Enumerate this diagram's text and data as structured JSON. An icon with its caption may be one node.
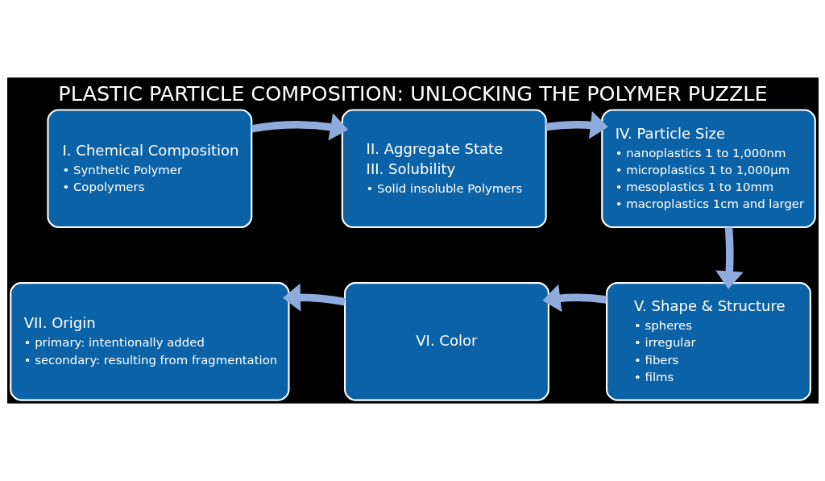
{
  "diagram": {
    "title": "PLASTIC PARTICLE COMPOSITION: UNLOCKING THE POLYMER PUZZLE",
    "nodes": [
      {
        "text": [
          "I. Chemical Composition",
          "• Synthetic Polymer",
          "• Copolymers"
        ]
      },
      {
        "text": [
          "II. Aggregate State",
          "III. Solubility",
          "• Solid insoluble Polymers"
        ]
      },
      {
        "text": [
          "IV. Particle Size",
          "• nanoplastics 1 to 1,000nm",
          "• microplastics 1 to 1,000µm",
          "• mesoplastics 1 to 10mm",
          "• macroplastics 1cm and larger"
        ]
      },
      {
        "text": [
          "V. Shape & Structure",
          "• spheres",
          "• irregular",
          "• fibers",
          "• films"
        ]
      },
      {
        "text": [
          "VI. Color"
        ]
      },
      {
        "text": [
          "VII. Origin",
          "• primary: intentionally added",
          "• secondary: resulting from fragmentation"
        ]
      }
    ],
    "edges": [
      {
        "from": 0,
        "to": 1,
        "arrow": "to"
      },
      {
        "from": 1,
        "to": 2,
        "arrow": "to"
      },
      {
        "from": 2,
        "to": 3,
        "arrow": "to"
      },
      {
        "from": 3,
        "to": 4,
        "arrow": "to"
      },
      {
        "from": 4,
        "to": 5,
        "arrow": "to"
      }
    ]
  }
}
